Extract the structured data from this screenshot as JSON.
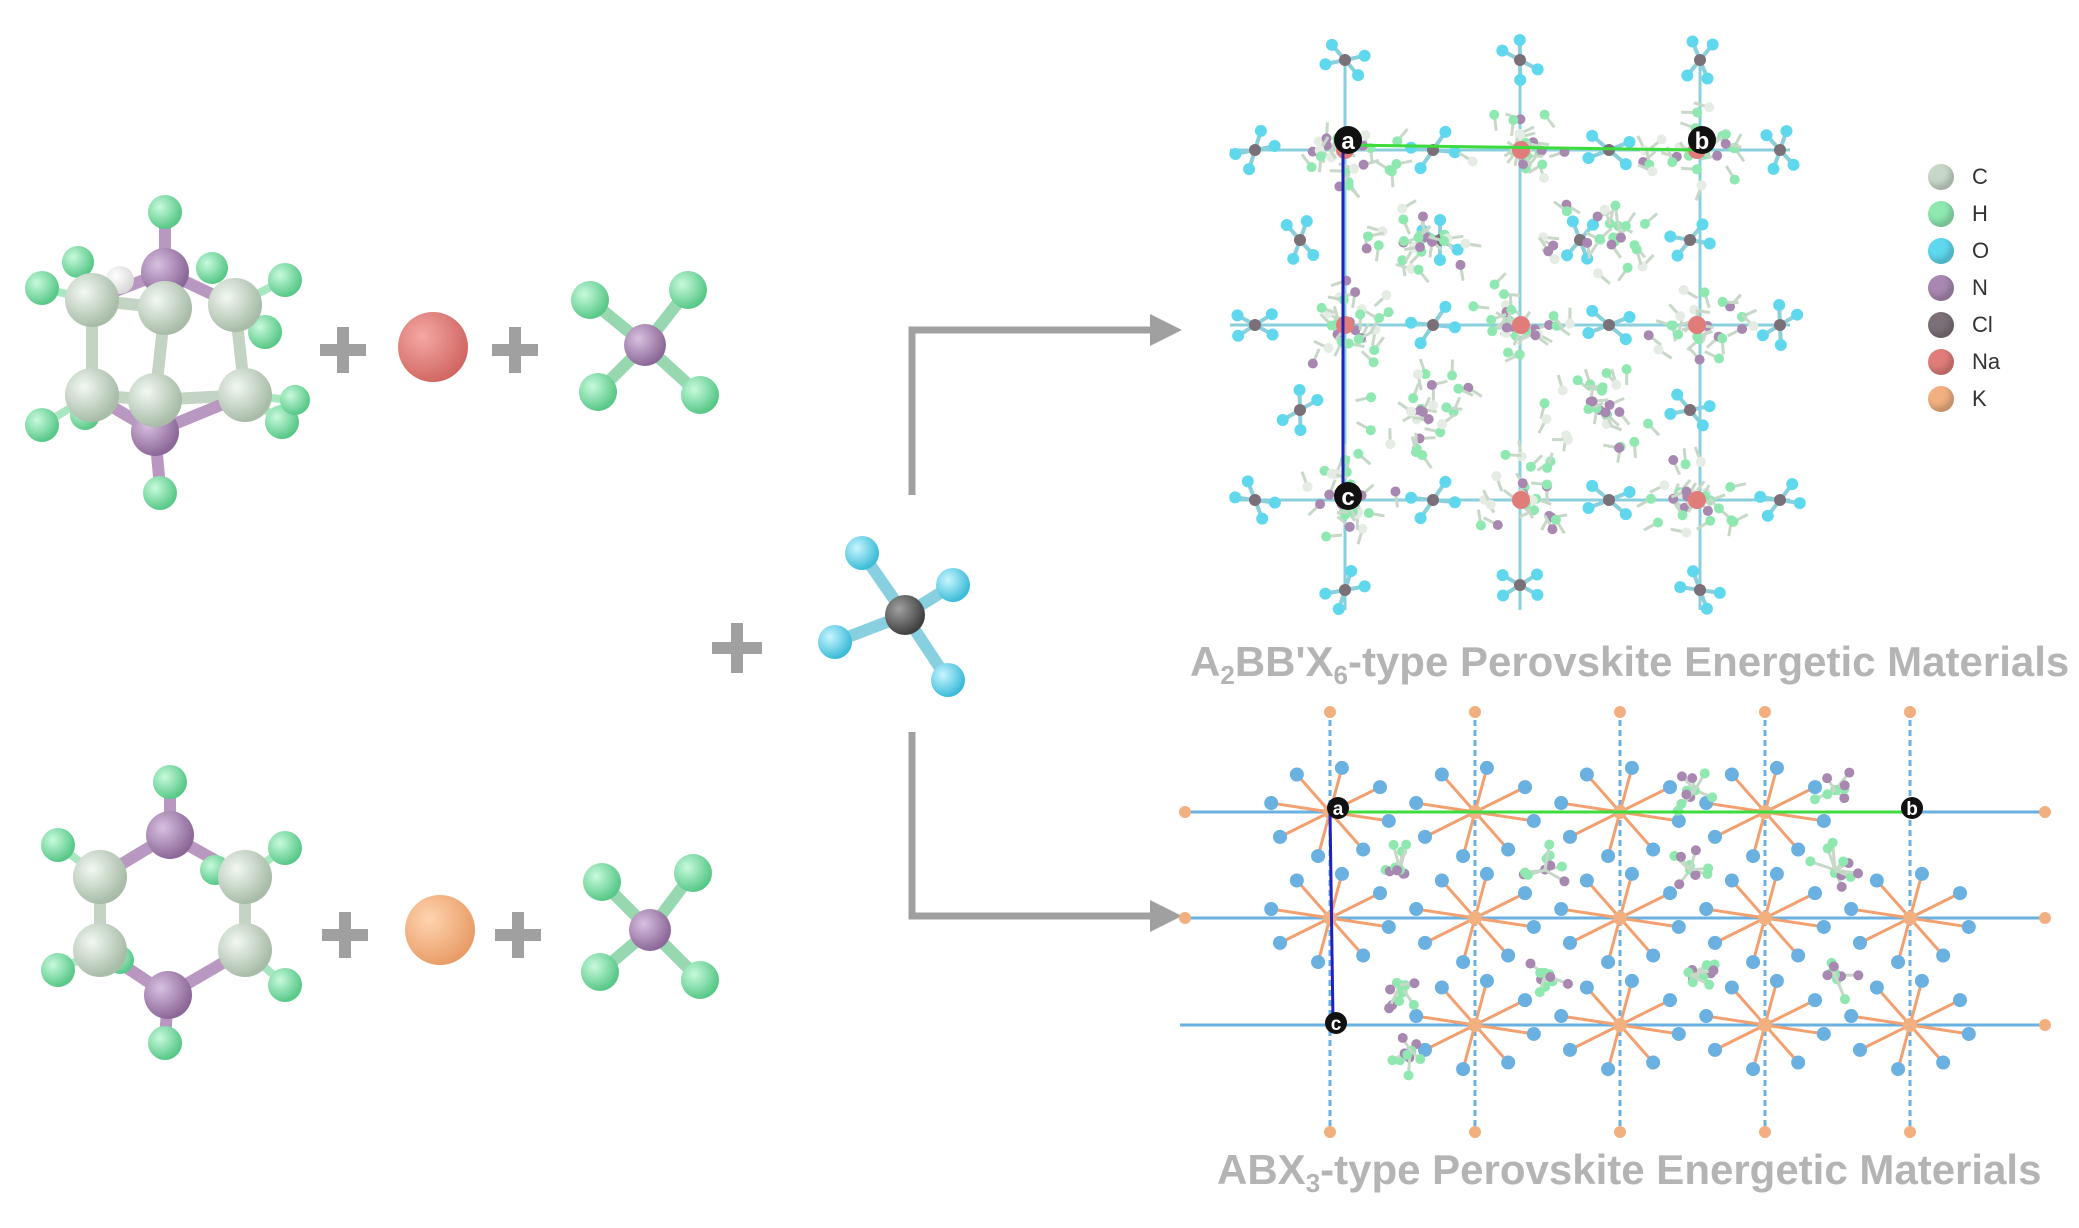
{
  "figure": {
    "top_caption_parts": [
      "A",
      "2",
      "BB'X",
      "6",
      "-type Perovskite Energetic Materials"
    ],
    "bottom_caption_parts": [
      "ABX",
      "3",
      "-type Perovskite Energetic Materials"
    ],
    "top_cell_axes": [
      "a",
      "b",
      "c"
    ],
    "bottom_cell_axes": [
      "a",
      "b",
      "c"
    ]
  },
  "legend": [
    {
      "label": "C",
      "color": "#c8d8c8"
    },
    {
      "label": "H",
      "color": "#8ee8b0"
    },
    {
      "label": "O",
      "color": "#5fd8ee"
    },
    {
      "label": "N",
      "color": "#a888b0"
    },
    {
      "label": "Cl",
      "color": "#7c7078"
    },
    {
      "label": "Na",
      "color": "#e07d7a"
    },
    {
      "label": "K",
      "color": "#f2b080"
    }
  ],
  "colors": {
    "arrow": "#a0a0a0",
    "plus": "#a0a0a0",
    "bond_cn": "#c8d8c8",
    "bond_n": "#b898c0",
    "na": "#e07d7a",
    "k": "#f2b080",
    "cl_gray": "#6c6c6c",
    "o_light": "#6fd6ea",
    "o_blue": "#6ab0e0",
    "axis_a_to_b": "#3cdc3c",
    "axis_c": "#2020c0"
  }
}
